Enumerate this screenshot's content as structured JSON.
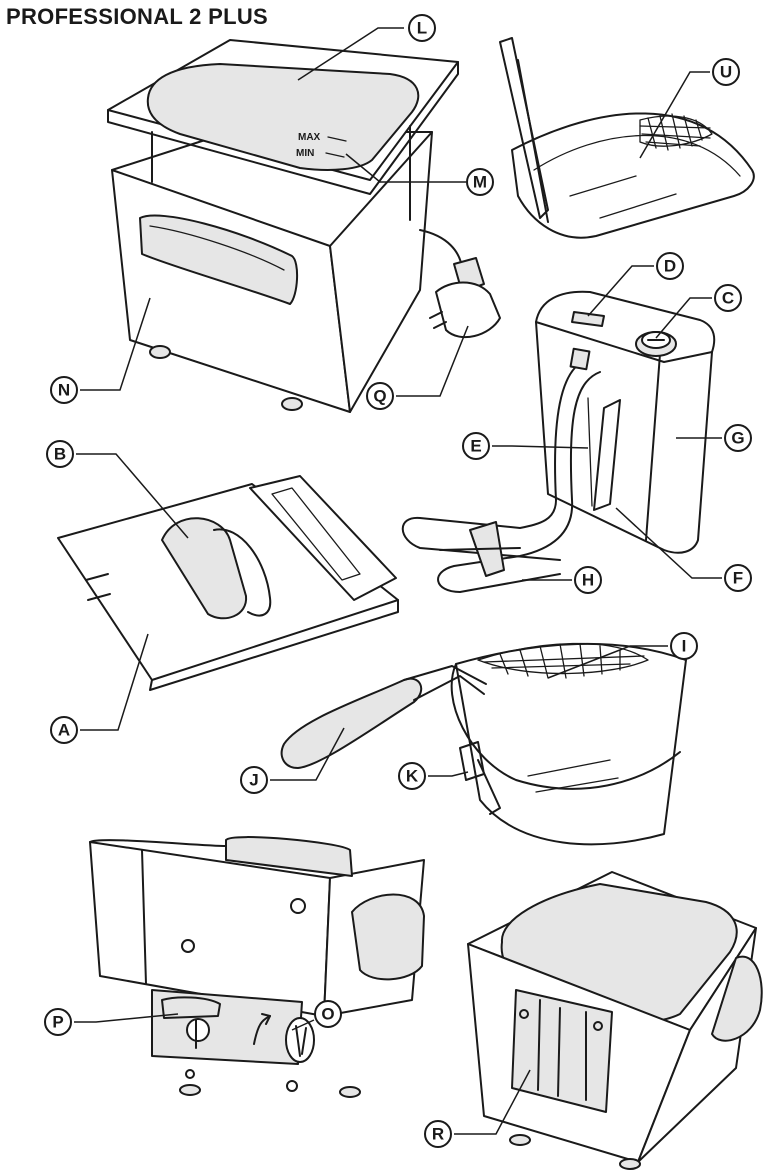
{
  "title": "PROFESSIONAL 2 PLUS",
  "level_marks": {
    "max": "MAX",
    "min": "MIN"
  },
  "callouts": [
    {
      "id": "callout-a",
      "label": "A"
    },
    {
      "id": "callout-b",
      "label": "B"
    },
    {
      "id": "callout-c",
      "label": "C"
    },
    {
      "id": "callout-d",
      "label": "D"
    },
    {
      "id": "callout-e",
      "label": "E"
    },
    {
      "id": "callout-f",
      "label": "F"
    },
    {
      "id": "callout-g",
      "label": "G"
    },
    {
      "id": "callout-h",
      "label": "H"
    },
    {
      "id": "callout-i",
      "label": "I"
    },
    {
      "id": "callout-j",
      "label": "J"
    },
    {
      "id": "callout-k",
      "label": "K"
    },
    {
      "id": "callout-l",
      "label": "L"
    },
    {
      "id": "callout-m",
      "label": "M"
    },
    {
      "id": "callout-n",
      "label": "N"
    },
    {
      "id": "callout-o",
      "label": "O"
    },
    {
      "id": "callout-p",
      "label": "P"
    },
    {
      "id": "callout-q",
      "label": "Q"
    },
    {
      "id": "callout-r",
      "label": "R"
    },
    {
      "id": "callout-u",
      "label": "U"
    }
  ]
}
